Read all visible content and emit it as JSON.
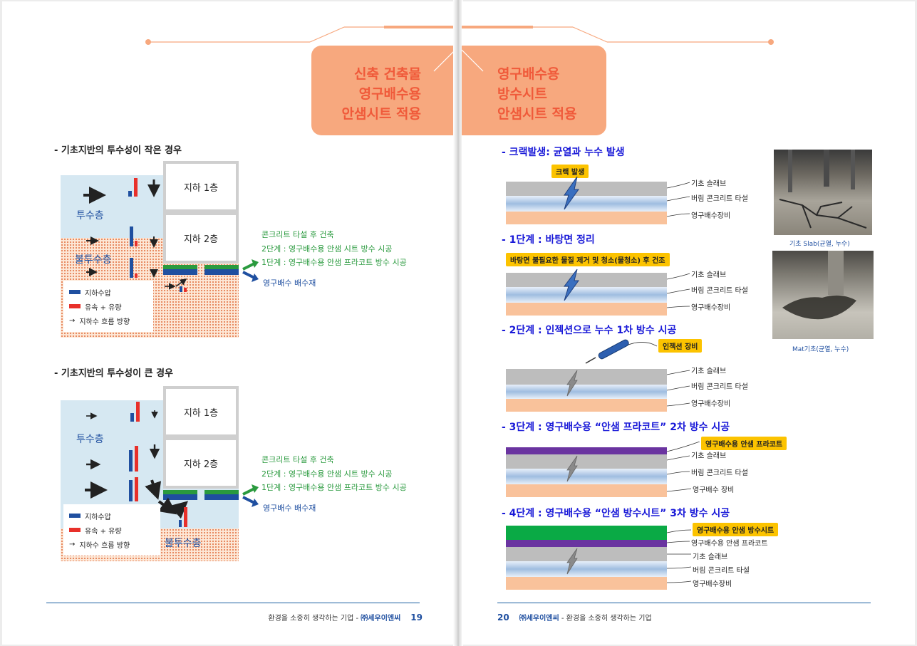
{
  "banner": {
    "left_lines": [
      "신축 건축물",
      "영구배수용",
      "안샘시트 적용"
    ],
    "right_lines": [
      "영구배수용",
      "방수시트",
      "안샘시트 적용"
    ]
  },
  "left": {
    "case1": {
      "heading": "- 기초지반의 투수성이 작은 경우",
      "perm_layer": "투수층",
      "imperm_layer": "불투수층",
      "floor1": "지하 1층",
      "floor2": "지하 2층",
      "green_notes": [
        "콘크리트 타설 후 건축",
        "2단계 : 영구배수용 안샘 시트 방수 시공",
        "1단계 : 영구배수용 안샘 프라코트 방수 시공"
      ],
      "drain_note": "영구배수 배수재"
    },
    "case2": {
      "heading": "- 기초지반의 투수성이 큰 경우",
      "perm_layer": "투수층",
      "imperm_layer": "불투수층",
      "floor1": "지하 1층",
      "floor2": "지하 2층",
      "green_notes": [
        "콘크리트 타설 후 건축",
        "2단계 : 영구배수용 안샘 시트 방수 시공",
        "1단계 : 영구배수용 안샘 프라코트 방수 시공"
      ],
      "drain_note": "영구배수 배수재"
    },
    "legend": [
      "지하수압",
      "유속 + 유량",
      "지하수  흐름  방향"
    ],
    "footer": {
      "text": "환경을 소중히 생각하는 기업 - ",
      "company": "㈜세우이엔씨",
      "page": "19"
    }
  },
  "right": {
    "crack": {
      "heading": "- 크랙발생: 균열과 누수 발생",
      "tag": "크랙 발생",
      "labels": [
        "기초 슬래브",
        "버림 콘크리트 타설",
        "영구배수장비"
      ]
    },
    "step1": {
      "heading": "- 1단계 : 바탕면 정리",
      "tag": "바탕면 불필요한 물질 제거 및 청소(물청소) 후 건조",
      "labels": [
        "기초 슬래브",
        "버림 콘크리트 타설",
        "영구배수장비"
      ]
    },
    "step2": {
      "heading": "- 2단계 : 인젝션으로 누수 1차 방수 시공",
      "tag": "인젝션 장비",
      "labels": [
        "기초 슬래브",
        "버림 콘크리트 타설",
        "영구배수장비"
      ]
    },
    "step3": {
      "heading": "- 3단계 : 영구배수용 “안샘 프라코트” 2차 방수 시공",
      "tag": "영구배수용 안샘 프라코트",
      "labels": [
        "기초 슬래브",
        "버림 콘크리트 타설",
        "영구배수 장비"
      ]
    },
    "step4": {
      "heading": "- 4단계 : 영구배수용 “안샘 방수시트” 3차 방수 시공",
      "tag": "영구배수용 안샘 방수시트",
      "labels": [
        "영구배수용 안샘 프라코트",
        "기초 슬래브",
        "버림 콘크리트 타설",
        "영구배수장비"
      ]
    },
    "photo1_caption": "기초 Slab(균열, 누수)",
    "photo2_caption": "Mat기초(균열, 누수)",
    "footer": {
      "page": "20",
      "company": "㈜세우이엔씨",
      "text": " - 환경을 소중히 생각하는 기업"
    }
  },
  "colors": {
    "banner": "#f7a87e",
    "accent_orange": "#f58a4b",
    "heading_blue": "#1a1ad8",
    "note_green": "#2a9a3e",
    "drain_blue": "#1f4fa0",
    "tag_yellow": "#fcc300"
  }
}
